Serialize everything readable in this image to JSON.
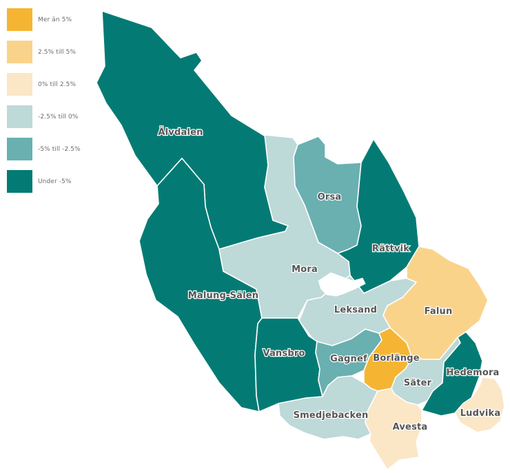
{
  "legend": [
    {
      "label": "Mer än 5%",
      "color": "#F5B533"
    },
    {
      "label": "2.5% till 5%",
      "color": "#FAD38B"
    },
    {
      "label": "0% till 2.5%",
      "color": "#FBE6C6"
    },
    {
      "label": "-2.5% till 0%",
      "color": "#BDD9D8"
    },
    {
      "label": "-5% till -2.5%",
      "color": "#6AB0B1"
    },
    {
      "label": "Under -5%",
      "color": "#037B74"
    }
  ],
  "municipalities": [
    {
      "key": "alvdalen",
      "name": "Älvdalen",
      "class": "Under -5%",
      "color": "#037B74"
    },
    {
      "key": "malung",
      "name": "Malung-Sälen",
      "class": "Under -5%",
      "color": "#037B74"
    },
    {
      "key": "mora",
      "name": "Mora",
      "class": "-2.5% till 0%",
      "color": "#BDD9D8"
    },
    {
      "key": "orsa",
      "name": "Orsa",
      "class": "-5% till -2.5%",
      "color": "#6AB0B1"
    },
    {
      "key": "rattvik",
      "name": "Rättvik",
      "class": "Under -5%",
      "color": "#037B74"
    },
    {
      "key": "leksand",
      "name": "Leksand",
      "class": "-2.5% till 0%",
      "color": "#BDD9D8"
    },
    {
      "key": "falun",
      "name": "Falun",
      "class": "2.5% till 5%",
      "color": "#FAD38B"
    },
    {
      "key": "vansbro",
      "name": "Vansbro",
      "class": "Under -5%",
      "color": "#037B74"
    },
    {
      "key": "gagnef",
      "name": "Gagnef",
      "class": "-5% till -2.5%",
      "color": "#6AB0B1"
    },
    {
      "key": "borlange",
      "name": "Borlänge",
      "class": "Mer än 5%",
      "color": "#F5B533"
    },
    {
      "key": "sater",
      "name": "Säter",
      "class": "-2.5% till 0%",
      "color": "#BDD9D8"
    },
    {
      "key": "hedemora",
      "name": "Hedemora",
      "class": "Under -5%",
      "color": "#037B74"
    },
    {
      "key": "ludvika",
      "name": "Ludvika",
      "class": "0% till 2.5%",
      "color": "#FBE6C6"
    },
    {
      "key": "smedjebacken",
      "name": "Smedjebacken",
      "class": "-2.5% till 0%",
      "color": "#BDD9D8"
    },
    {
      "key": "avesta",
      "name": "Avesta",
      "class": "0% till 2.5%",
      "color": "#FBE6C6"
    }
  ]
}
